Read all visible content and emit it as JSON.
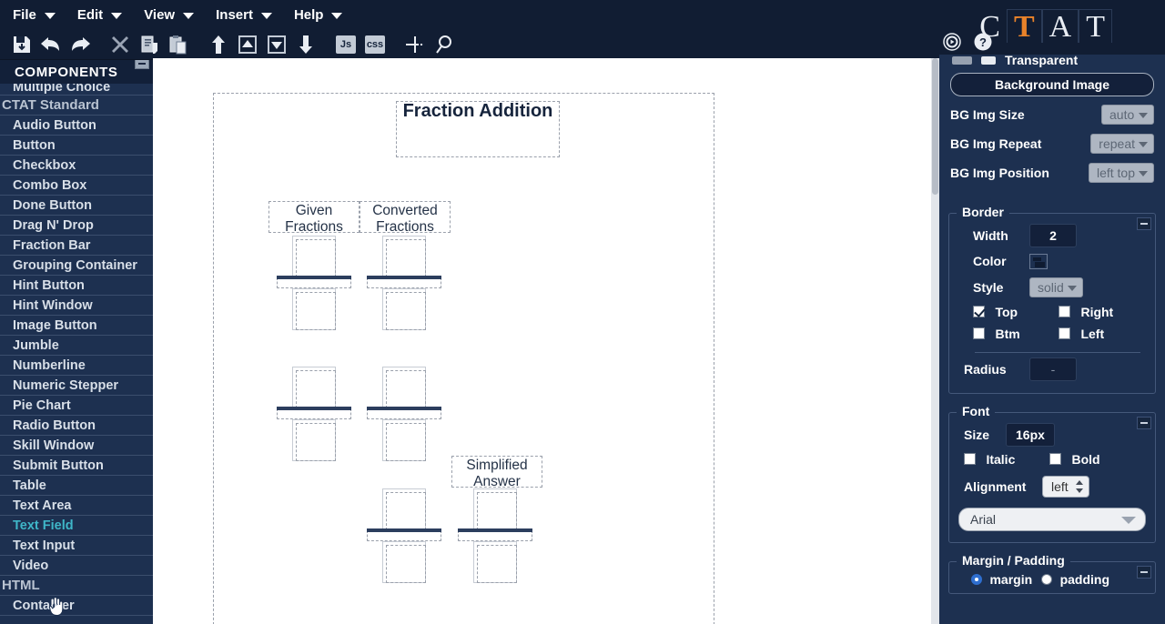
{
  "menubar": {
    "items": [
      {
        "label": "File",
        "icon": "chevron-down-icon"
      },
      {
        "label": "Edit",
        "icon": "chevron-down-icon"
      },
      {
        "label": "View",
        "icon": "chevron-down-icon"
      },
      {
        "label": "Insert",
        "icon": "chevron-down-icon"
      },
      {
        "label": "Help",
        "icon": "chevron-down-icon"
      }
    ]
  },
  "toolbar": {
    "buttons": [
      {
        "name": "save-icon",
        "label": ""
      },
      {
        "name": "undo-icon",
        "label": ""
      },
      {
        "name": "redo-icon",
        "label": ""
      },
      {
        "name": "delete-icon",
        "label": ""
      },
      {
        "name": "copy-icon",
        "label": ""
      },
      {
        "name": "paste-icon",
        "label": ""
      },
      {
        "name": "bring-to-front-icon",
        "label": ""
      },
      {
        "name": "bring-forward-icon",
        "label": ""
      },
      {
        "name": "send-backward-icon",
        "label": ""
      },
      {
        "name": "send-to-back-icon",
        "label": ""
      },
      {
        "name": "js-button",
        "label": "Js"
      },
      {
        "name": "css-button",
        "label": "css"
      },
      {
        "name": "align-icon",
        "label": ""
      },
      {
        "name": "zoom-icon",
        "label": ""
      }
    ],
    "right_icons": [
      {
        "name": "record-icon"
      },
      {
        "name": "help-icon"
      }
    ]
  },
  "logo": {
    "letters": [
      {
        "ch": "C",
        "accent": false
      },
      {
        "ch": "T",
        "accent": true
      },
      {
        "ch": "A",
        "accent": false
      },
      {
        "ch": "T",
        "accent": false
      }
    ],
    "accent_color": "#e8822a"
  },
  "sidebar": {
    "title": "COMPONENTS",
    "rows": [
      {
        "label": "Multiple Choice",
        "type": "partial",
        "active": false
      },
      {
        "label": "CTAT Standard",
        "type": "section",
        "active": false
      },
      {
        "label": "Audio Button",
        "type": "item",
        "active": false
      },
      {
        "label": "Button",
        "type": "item",
        "active": false
      },
      {
        "label": "Checkbox",
        "type": "item",
        "active": false
      },
      {
        "label": "Combo Box",
        "type": "item",
        "active": false
      },
      {
        "label": "Done Button",
        "type": "item",
        "active": false
      },
      {
        "label": "Drag N' Drop",
        "type": "item",
        "active": false
      },
      {
        "label": "Fraction Bar",
        "type": "item",
        "active": false
      },
      {
        "label": "Grouping Container",
        "type": "item",
        "active": false
      },
      {
        "label": "Hint Button",
        "type": "item",
        "active": false
      },
      {
        "label": "Hint Window",
        "type": "item",
        "active": false
      },
      {
        "label": "Image Button",
        "type": "item",
        "active": false
      },
      {
        "label": "Jumble",
        "type": "item",
        "active": false
      },
      {
        "label": "Numberline",
        "type": "item",
        "active": false
      },
      {
        "label": "Numeric Stepper",
        "type": "item",
        "active": false
      },
      {
        "label": "Pie Chart",
        "type": "item",
        "active": false
      },
      {
        "label": "Radio Button",
        "type": "item",
        "active": false
      },
      {
        "label": "Skill Window",
        "type": "item",
        "active": false
      },
      {
        "label": "Submit Button",
        "type": "item",
        "active": false
      },
      {
        "label": "Table",
        "type": "item",
        "active": false
      },
      {
        "label": "Text Area",
        "type": "item",
        "active": false
      },
      {
        "label": "Text Field",
        "type": "item",
        "active": true
      },
      {
        "label": "Text Input",
        "type": "item",
        "active": false
      },
      {
        "label": "Video",
        "type": "item",
        "active": false
      },
      {
        "label": "HTML",
        "type": "section",
        "active": false
      },
      {
        "label": "Container",
        "type": "item",
        "active": false
      }
    ],
    "active_color": "#3fb6c8"
  },
  "canvas": {
    "title": "Fraction Addition",
    "headers": [
      {
        "line1": "Given",
        "line2": "Fractions"
      },
      {
        "line1": "Converted",
        "line2": "Fractions"
      },
      {
        "line1": "Simplified",
        "line2": "Answer"
      }
    ],
    "fraction_cells": 6,
    "bar_color": "#2c3e5e"
  },
  "properties": {
    "transparent_label": "Transparent",
    "background_image_button": "Background Image",
    "bg_rows": [
      {
        "label": "BG Img Size",
        "value": "auto"
      },
      {
        "label": "BG Img Repeat",
        "value": "repeat"
      },
      {
        "label": "BG Img Position",
        "value": "left top"
      }
    ],
    "border": {
      "legend": "Border",
      "width_label": "Width",
      "width_value": "2",
      "color_label": "Color",
      "style_label": "Style",
      "style_value": "solid",
      "sides": [
        {
          "label": "Top",
          "checked": true
        },
        {
          "label": "Right",
          "checked": false
        },
        {
          "label": "Btm",
          "checked": false
        },
        {
          "label": "Left",
          "checked": false
        }
      ],
      "radius_label": "Radius",
      "radius_value": "-"
    },
    "font": {
      "legend": "Font",
      "size_label": "Size",
      "size_value": "16px",
      "italic_label": "Italic",
      "italic_checked": false,
      "bold_label": "Bold",
      "bold_checked": false,
      "alignment_label": "Alignment",
      "alignment_value": "left",
      "family_value": "Arial"
    },
    "margin_padding": {
      "legend": "Margin / Padding",
      "margin_label": "margin",
      "padding_label": "padding",
      "selected": "margin"
    }
  }
}
